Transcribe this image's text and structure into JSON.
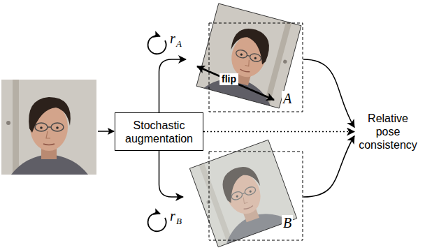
{
  "diagram": {
    "nodes": [
      {
        "text": [
          "Stochastic augmentation"
        ]
      },
      {
        "text": [
          "A"
        ]
      },
      {
        "text": [
          "B"
        ]
      },
      {
        "text": [
          "Relative pose consistency"
        ]
      }
    ],
    "edges": [
      {
        "from": 0,
        "to": 1,
        "arrow": "to"
      },
      {
        "from": 0,
        "to": 2,
        "arrow": "to"
      },
      {
        "from": 0,
        "to": 3,
        "arrow": "to"
      },
      {
        "from": 1,
        "to": 3,
        "arrow": "to"
      },
      {
        "from": 2,
        "to": 3,
        "arrow": "to"
      }
    ],
    "labels": [
      "r",
      "A",
      "flip",
      "r",
      "B"
    ]
  }
}
